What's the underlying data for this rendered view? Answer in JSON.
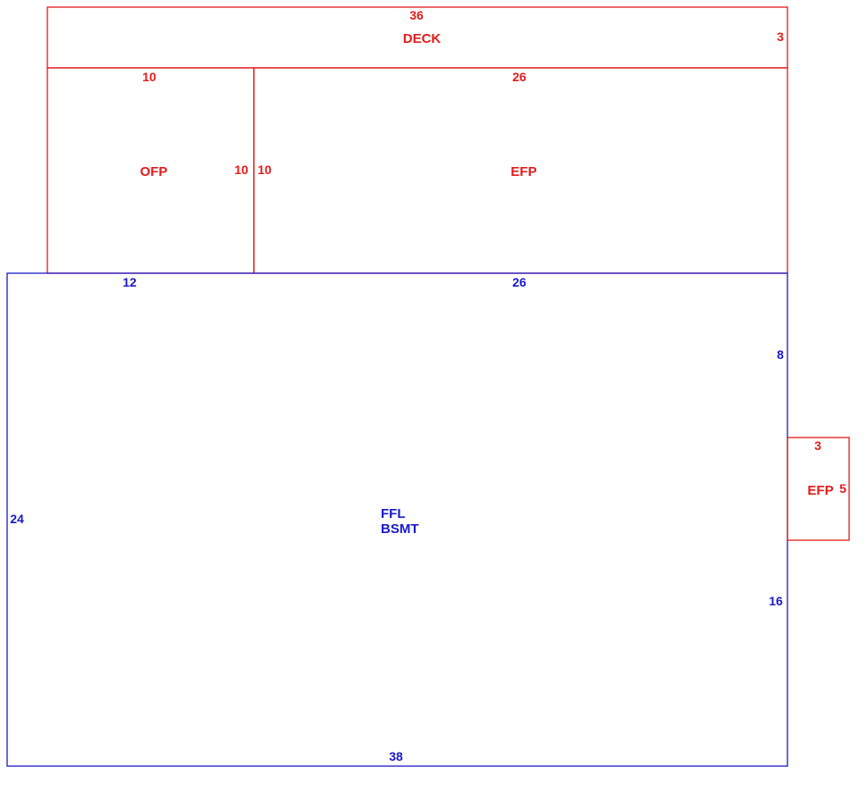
{
  "colors": {
    "addition": "#e31b1b",
    "main": "#1a1ac8"
  },
  "deck": {
    "name": "DECK",
    "dim_top": "36",
    "dim_right": "3"
  },
  "ofp": {
    "name": "OFP",
    "dim_top": "10",
    "dim_right": "10"
  },
  "efp_rear": {
    "name": "EFP",
    "dim_top": "26",
    "dim_left": "10"
  },
  "main_area": {
    "name_line1": "FFL",
    "name_line2": "BSMT",
    "dim_top_left": "12",
    "dim_top_right": "26",
    "dim_left": "24",
    "dim_bottom": "38",
    "dim_right_upper": "8",
    "dim_right_lower": "16"
  },
  "efp_side": {
    "name": "EFP",
    "dim_top": "3",
    "dim_right": "5"
  }
}
